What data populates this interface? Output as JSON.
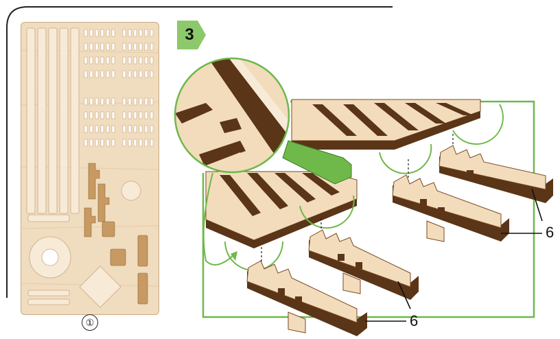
{
  "sheet": {
    "label": "①"
  },
  "step": {
    "number": "3"
  },
  "callouts": [
    {
      "id": "upper",
      "text": "6"
    },
    {
      "id": "lower",
      "text": "6"
    }
  ],
  "colors": {
    "wood_light": "#f2dcbc",
    "wood_dark": "#5a3518",
    "accent_green": "#6fb84a",
    "highlight_green": "#5f9f3b",
    "frame": "#222222"
  },
  "icons": [
    "step-arrow-icon",
    "zoom-circle-icon",
    "curved-arrow-icon"
  ]
}
